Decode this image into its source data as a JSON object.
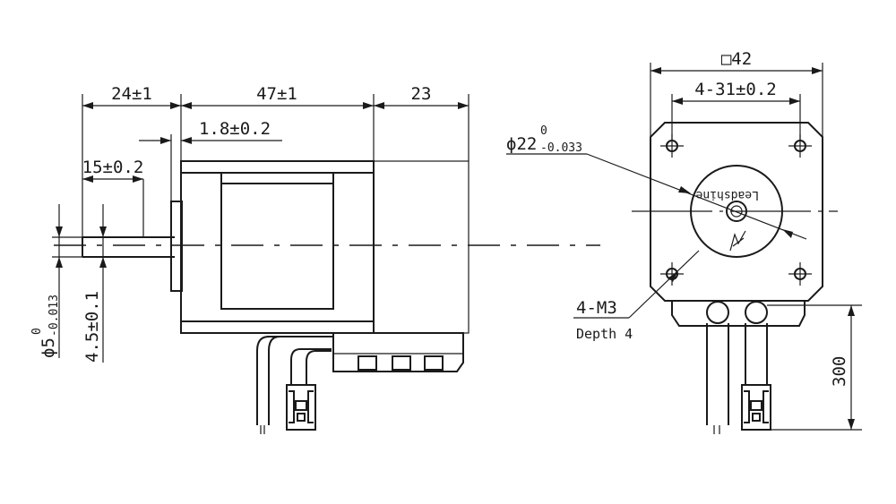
{
  "side_view": {
    "dim_shaft_length": "24±1",
    "dim_body_length": "47±1",
    "dim_rear_length": "23",
    "dim_boss": "1.8±0.2",
    "dim_flat": "15±0.2",
    "dim_shaft_dia_symbol": "ϕ5",
    "dim_shaft_dia_upper": "0",
    "dim_shaft_dia_lower": "-0.013",
    "dim_flat_depth": "4.5±0.1"
  },
  "front_view": {
    "dim_square": "□42",
    "dim_hole_spacing": "4-31±0.2",
    "dim_pilot_symbol": "ϕ22",
    "dim_pilot_upper": "0",
    "dim_pilot_lower": "-0.033",
    "thread_callout": "4-M3",
    "thread_depth": "Depth 4",
    "cable_length": "300",
    "brand_mark": "Leadshine"
  }
}
